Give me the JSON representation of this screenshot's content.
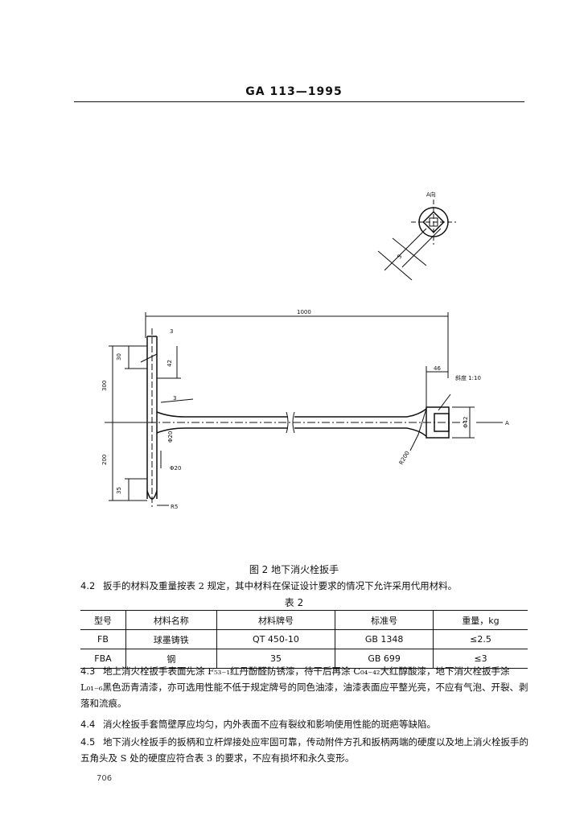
{
  "header": {
    "code": "GA 113—1995"
  },
  "figure": {
    "caption": "图 2   地下消火栓扳手",
    "dims": {
      "top_len": "1000",
      "view_a": "A向",
      "s": "S",
      "three_a": "3",
      "three_b": "3",
      "d30": "30",
      "d42": "42",
      "d300": "300",
      "phi20a": "Φ20",
      "phi20b": "Φ20",
      "d200": "200",
      "d35": "35",
      "r5": "R5",
      "d46": "46",
      "slope": "斜度 1:10",
      "phi42": "Φ42",
      "arrow_a": "A",
      "r200": "R200"
    }
  },
  "sections": {
    "s4_2": {
      "num": "4.2",
      "text": "扳手的材料及重量按表 2 规定，其中材料在保证设计要求的情况下允许采用代用材料。"
    },
    "s4_3": {
      "num": "4.3",
      "text": "地上消火栓扳手表面先涂 F₅₃₋₁红丹酚醛防锈漆，待干后再涂 C₀₄₋₄₂大红醇酸漆，地下消火栓扳手涂 L₀₁₋₆黑色沥青清漆，亦可选用性能不低于规定牌号的同色油漆，油漆表面应平整光亮，不应有气泡、开裂、剥落和流痕。"
    },
    "s4_4": {
      "num": "4.4",
      "text": "消火栓扳手套筒壁厚应均匀，内外表面不应有裂纹和影响使用性能的斑疤等缺陷。"
    },
    "s4_5": {
      "num": "4.5",
      "text": "地下消火栓扳手的扳柄和立杆焊接处应牢固可靠，传动附件方孔和扳柄两端的硬度以及地上消火栓扳手的五角头及 S 处的硬度应符合表 3 的要求，不应有损坏和永久变形。"
    }
  },
  "table": {
    "title": "表 2",
    "headers": [
      "型号",
      "材料名称",
      "材料牌号",
      "标准号",
      "重量，kg"
    ],
    "rows": [
      [
        "FB",
        "球墨铸铁",
        "QT 450-10",
        "GB 1348",
        "≤2.5"
      ],
      [
        "FBA",
        "钢",
        "35",
        "GB 699",
        "≤3"
      ]
    ]
  },
  "footer": {
    "page": "706"
  }
}
